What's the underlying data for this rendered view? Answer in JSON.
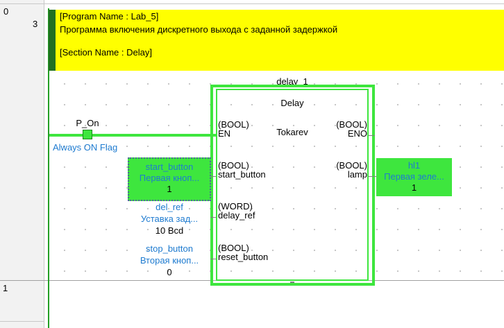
{
  "rungs": [
    {
      "number": "0",
      "step": "3"
    },
    {
      "number": "1"
    }
  ],
  "comment": {
    "program_name": "[Program Name : Lab_5]",
    "description": "Программа включения дискретного выхода с заданной задержкой",
    "section_name": "[Section Name : Delay]"
  },
  "contact": {
    "name": "P_On",
    "comment": "Always ON Flag"
  },
  "function_block": {
    "instance": "delay_1",
    "type": "Delay",
    "author": "Tokarev",
    "inputs": [
      {
        "type": "(BOOL)",
        "name": "EN"
      },
      {
        "type": "(BOOL)",
        "name": "start_button"
      },
      {
        "type": "(WORD)",
        "name": "delay_ref"
      },
      {
        "type": "(BOOL)",
        "name": "reset_button"
      }
    ],
    "outputs": [
      {
        "type": "(BOOL)",
        "name": "ENO"
      },
      {
        "type": "(BOOL)",
        "name": "lamp"
      }
    ]
  },
  "input_variables": [
    {
      "name": "start_button",
      "comment": "Первая кноп...",
      "value": "1"
    },
    {
      "name": "del_ref",
      "comment": "Уставка зад...",
      "value": "10 Bcd"
    },
    {
      "name": "stop_button",
      "comment": "Вторая кноп...",
      "value": "0"
    }
  ],
  "output_variables": [
    {
      "name": "hl1",
      "comment": "Первая зеле...",
      "value": "1"
    }
  ],
  "colors": {
    "active": "#3ee63e",
    "comment_bg": "#ffff00",
    "variable_text": "#1e7bd0"
  }
}
